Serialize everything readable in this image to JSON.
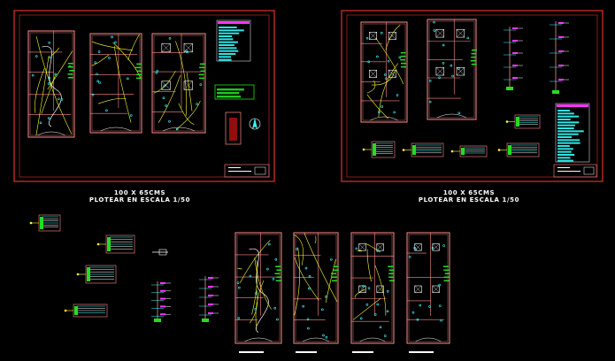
{
  "viewport": {
    "background_color": "#000000"
  },
  "sheets": [
    {
      "id": "sheet-1",
      "size_label": "100 X 65CMS",
      "scale_label": "PLOTEAR EN ESCALA 1/50"
    },
    {
      "id": "sheet-2",
      "size_label": "100 X 65CMS",
      "scale_label": "PLOTEAR EN ESCALA 1/50"
    }
  ],
  "colors": {
    "border_red": "#e0312a",
    "wall_pink": "#ff8a8a",
    "wire_yellow": "#ffff33",
    "fixture_cyan": "#33ffff",
    "legend_green": "#22dd22",
    "white": "#ffffff",
    "title_magenta": "#ff33ff",
    "panel_blue": "#3355ff",
    "grey": "#999999"
  },
  "icons": [
    "north-arrow-icon",
    "meter-symbol-icon"
  ]
}
